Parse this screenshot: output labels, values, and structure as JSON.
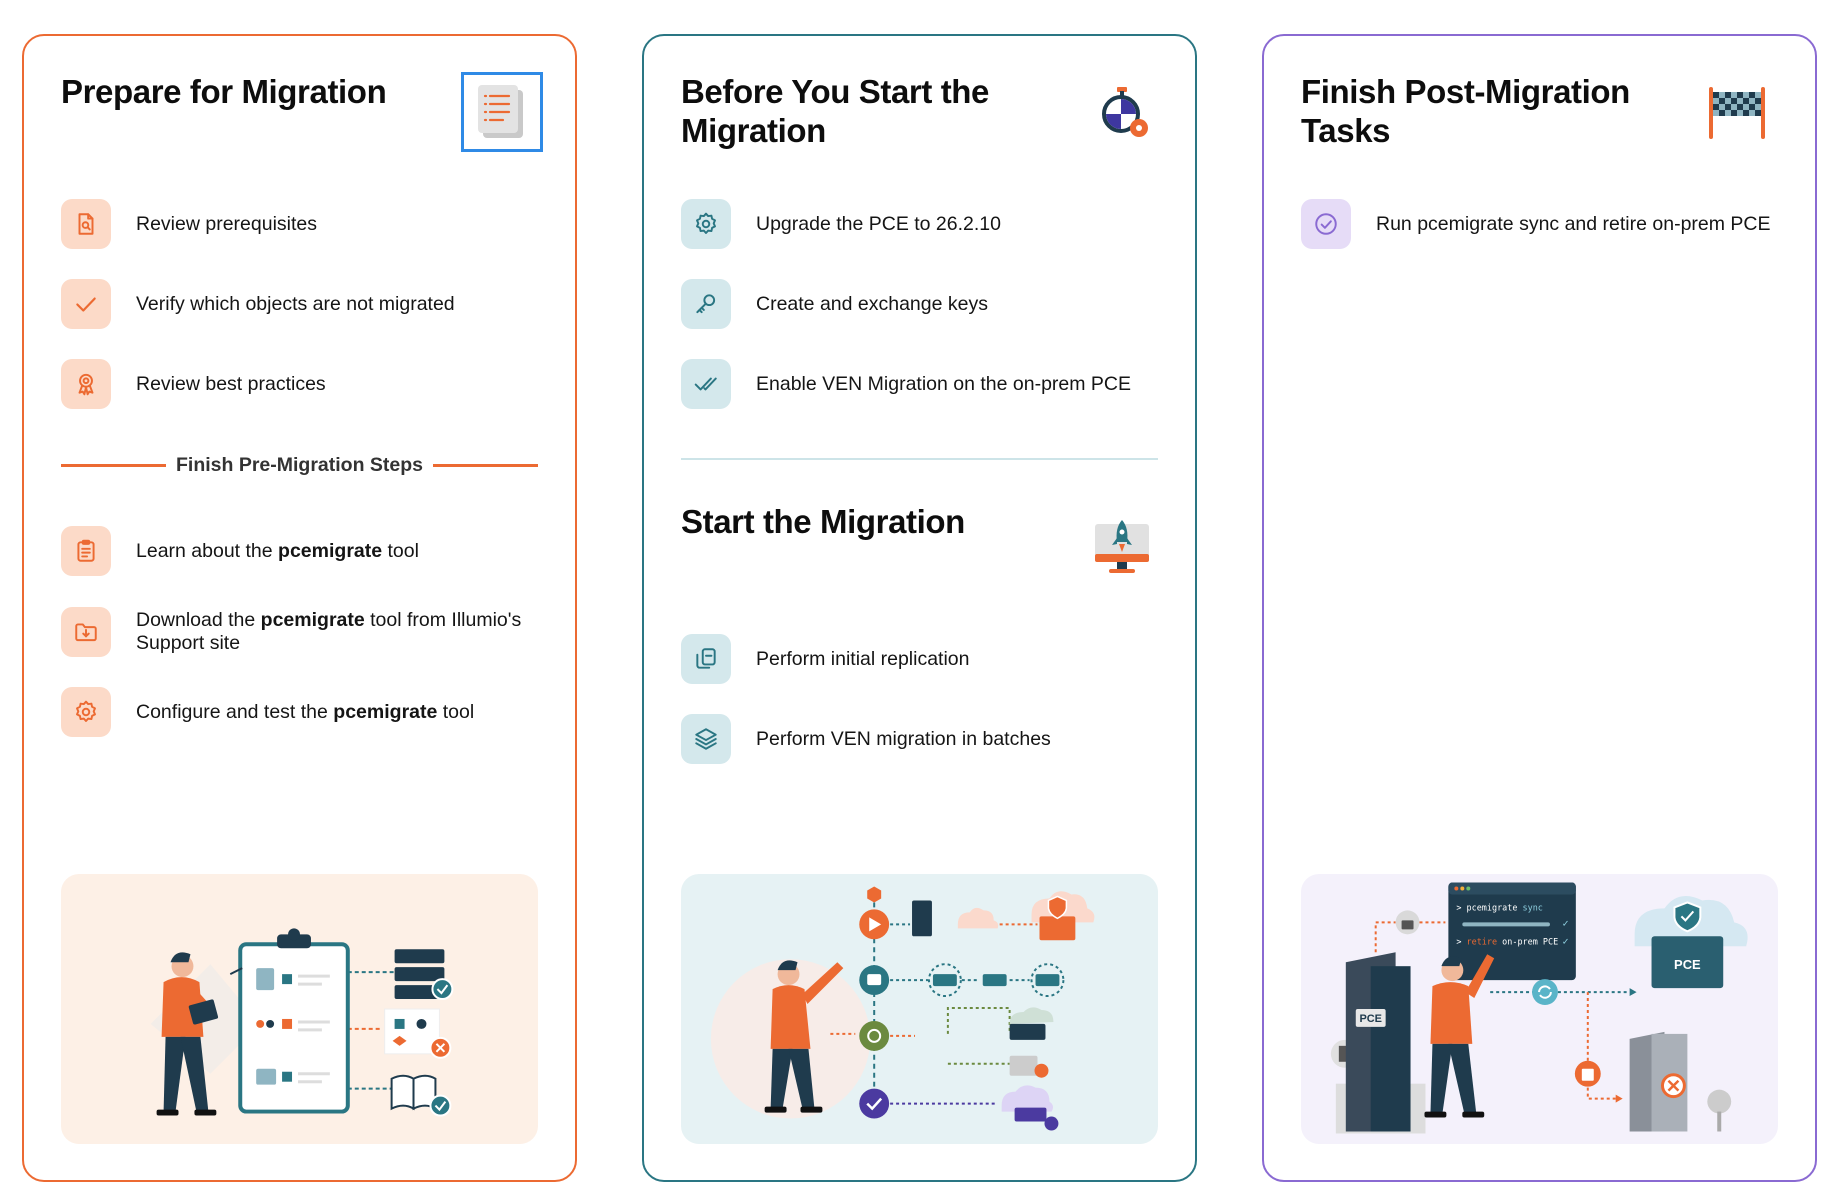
{
  "columns": [
    {
      "title": "Prepare for Migration",
      "steps": [
        {
          "icon": "document-search-icon",
          "text": "Review prerequisites"
        },
        {
          "icon": "check-icon",
          "text": "Verify which objects are not migrated"
        },
        {
          "icon": "award-icon",
          "text": "Review best practices"
        }
      ],
      "divider_label": "Finish Pre-Migration Steps",
      "steps2": [
        {
          "icon": "clipboard-icon",
          "pre": "Learn about the ",
          "bold": "pcemigrate",
          "post": " tool"
        },
        {
          "icon": "folder-download-icon",
          "pre": "Download the ",
          "bold": "pcemigrate",
          "post": " tool from Illumio's Support site"
        },
        {
          "icon": "gear-icon",
          "pre": "Configure and test the ",
          "bold": "pcemigrate",
          "post": " tool"
        }
      ]
    },
    {
      "title": "Before You Start the Migration",
      "steps": [
        {
          "icon": "gear-icon",
          "text": "Upgrade the PCE to 26.2.10"
        },
        {
          "icon": "key-icon",
          "text": "Create and exchange keys"
        },
        {
          "icon": "double-check-icon",
          "text": "Enable VEN Migration on the on-prem PCE"
        }
      ],
      "section2_title": "Start the Migration",
      "steps2": [
        {
          "icon": "copy-icon",
          "text": "Perform initial replication"
        },
        {
          "icon": "layers-icon",
          "text": "Perform VEN migration in batches"
        }
      ]
    },
    {
      "title": "Finish Post-Migration Tasks",
      "steps": [
        {
          "icon": "check-circle-icon",
          "text": "Run pcemigrate sync and retire on-prem PCE"
        }
      ],
      "illustration": {
        "terminal_line1_cmd": "pcemigrate",
        "terminal_line1_arg": "sync",
        "terminal_line2_cmd": "retire",
        "terminal_line2_arg": "on-prem PCE",
        "server_label": "PCE",
        "cloud_label": "PCE"
      }
    }
  ],
  "colors": {
    "orange": "#ec6a32",
    "teal": "#2a7683",
    "purple": "#8a6ad2",
    "highlight": "#2f8ae6"
  }
}
